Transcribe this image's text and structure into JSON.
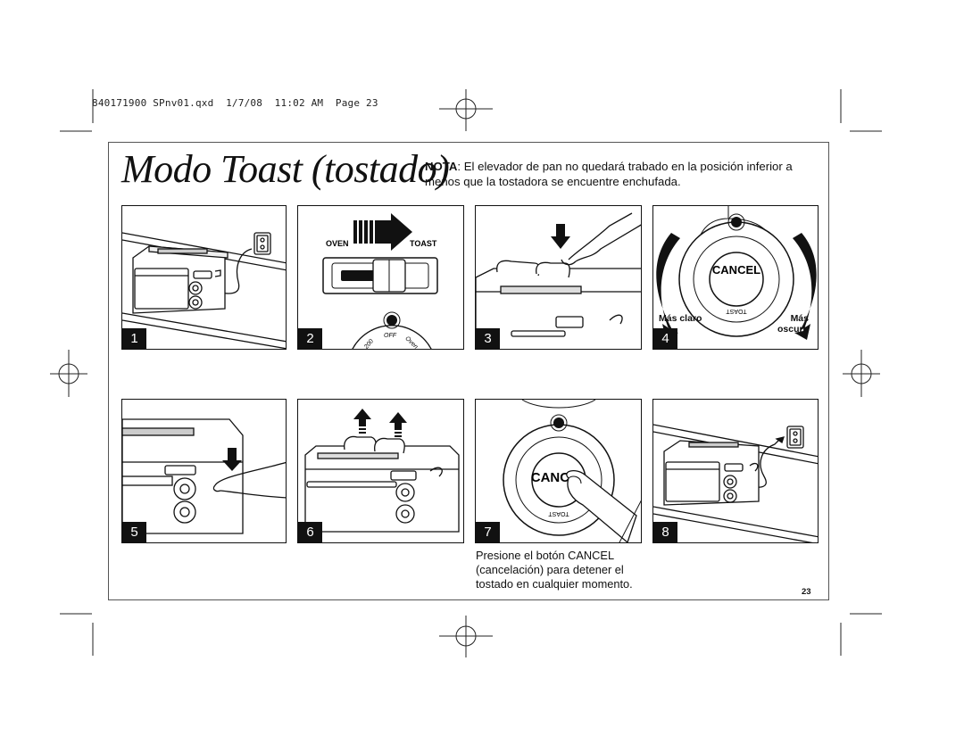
{
  "header": {
    "slug": "840171900 SPnv01.qxd  1/7/08  11:02 AM  Page 23"
  },
  "page": {
    "title": "Modo Toast (tostado)",
    "note_label": "NOTA",
    "note_text": ": El elevador de pan no quedará trabado en la posición inferior a menos que la tostadora se encuentre enchufada.",
    "caption": "Presione el botón CANCEL (cancelación) para detener el tostado en cualquier momento.",
    "page_number": "23"
  },
  "steps": [
    {
      "number": "1"
    },
    {
      "number": "2",
      "oven_label": "OVEN",
      "toast_label": "TOAST",
      "dial_off": "OFF",
      "dial_200": "200",
      "dial_oven": "Oven"
    },
    {
      "number": "3"
    },
    {
      "number": "4",
      "light_label": "Más claro",
      "dark_label_1": "Más",
      "dark_label_2": "oscuro",
      "cancel_label": "CANCEL",
      "toast_label": "TOAST"
    },
    {
      "number": "5"
    },
    {
      "number": "6"
    },
    {
      "number": "7",
      "cancel_label": "CANCEL",
      "toast_label": "TOAST"
    },
    {
      "number": "8"
    }
  ]
}
